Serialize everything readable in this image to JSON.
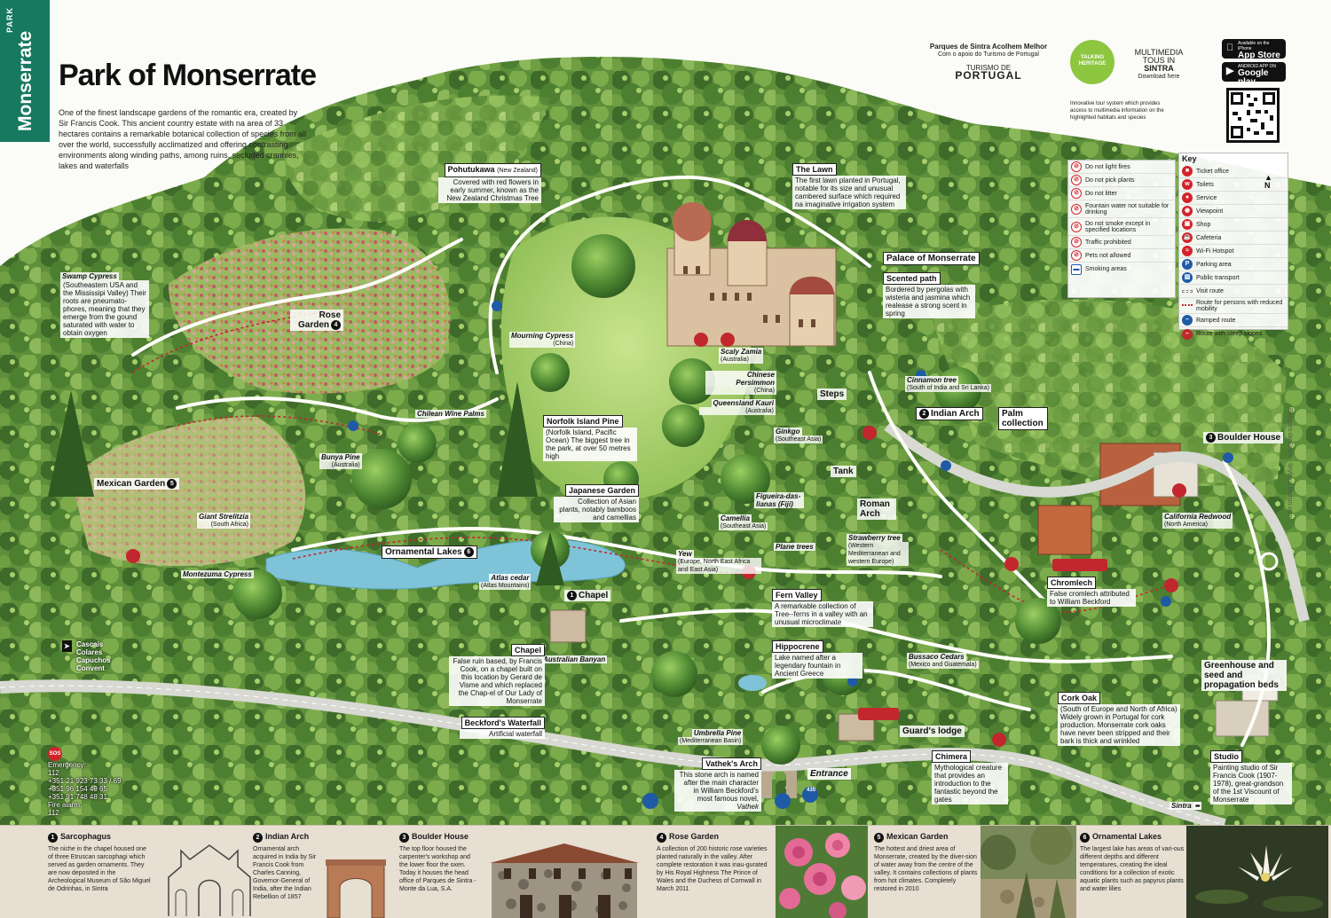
{
  "header": {
    "side_tab_small": "PARK",
    "side_tab_name": "Monserrate",
    "title": "Park of Monserrate",
    "intro": "One of the finest landscape gardens of the romantic era, created by Sir Francis Cook. This ancient country estate with na area of 33 hectares contains a remarkable botanical collection of species from all over the world, successfully acclimatized and offering contrasting environments along winding paths, among ruins, secluded crannies, lakes and waterfalls"
  },
  "logos": {
    "parques_line1": "Parques de Sintra Acolhem Melhor",
    "parques_line2": "Com o apoio do Turismo de Portugal",
    "turismo_de": "TURISMO DE",
    "portugal": "PORTUGAL",
    "talking_line1": "TALKING",
    "talking_line2": "HERITAGE",
    "multimedia": "MULTIMEDIA",
    "tous_in": "TOUS IN",
    "sintra": "SINTRA",
    "download": "Download here",
    "talking_note": "Innovative tour system which provides access to multimedia information on the highlighted habitats and species",
    "app_store_small": "Available on the iPhone",
    "app_store": "App Store",
    "google_small": "ANDROID APP ON",
    "google_play": "Google play"
  },
  "rules": [
    {
      "icon": "no-fires-icon",
      "label": "Do not light fires"
    },
    {
      "icon": "no-picking-icon",
      "label": "Do not pick plants"
    },
    {
      "icon": "no-litter-icon",
      "label": "Do not litter"
    },
    {
      "icon": "no-drinking-icon",
      "label": "Fountain water not suitable for drinking"
    },
    {
      "icon": "no-smoking-icon",
      "label": "Do not smoke except in specified locations"
    },
    {
      "icon": "no-traffic-icon",
      "label": "Traffic prohibited"
    },
    {
      "icon": "no-pets-icon",
      "label": "Pets not allowed"
    },
    {
      "icon": "smoking-area-icon",
      "label": "Smoking areas"
    }
  ],
  "key": {
    "title": "Key",
    "items": [
      {
        "icon": "ticket-icon",
        "color": "#d2232a",
        "label": "Ticket office"
      },
      {
        "icon": "toilets-icon",
        "color": "#d2232a",
        "label": "Toilets"
      },
      {
        "icon": "service-icon",
        "color": "#d2232a",
        "label": "Service"
      },
      {
        "icon": "viewpoint-icon",
        "color": "#d2232a",
        "label": "Viewpoint"
      },
      {
        "icon": "shop-icon",
        "color": "#d2232a",
        "label": "Shop"
      },
      {
        "icon": "cafeteria-icon",
        "color": "#d2232a",
        "label": "Cafeteria"
      },
      {
        "icon": "wifi-icon",
        "color": "#d2232a",
        "label": "Wi-Fi Hotspot"
      },
      {
        "icon": "parking-icon",
        "color": "#1f5aa6",
        "label": "Parking area"
      },
      {
        "icon": "bus-icon",
        "color": "#1f5aa6",
        "label": "Public transport"
      },
      {
        "icon": "visit-route-icon",
        "color": "#ffffff",
        "label": "Visit route"
      },
      {
        "icon": "reduced-mobility-route-icon",
        "color": "#c1272d",
        "label": "Route for persons with reduced mobility"
      },
      {
        "icon": "ramped-route-icon",
        "color": "#1f5aa6",
        "label": "Ramped route"
      },
      {
        "icon": "steep-route-icon",
        "color": "#c1272d",
        "label": "Route with steep slopes"
      }
    ]
  },
  "labels": {
    "pohutukawa_head": "Pohutukawa",
    "pohutukawa_origin": "(New Zealand)",
    "pohutukawa_desc": "Covered with red flowers in early summer, known as the New Zealand Christmas Tree",
    "lawn_head": "The Lawn",
    "lawn_desc": "The first lawn planted in Portugal, notable for its size and unusual cambered surface which required na imaginative irrigation system",
    "palace_head": "Palace of Monserrate",
    "scented_head": "Scented path",
    "scented_desc": "Bordered by pergolas with wisteria and jasmina which realease a strong scent in spring",
    "swamp_head": "Swamp Cypress",
    "swamp_desc": "(Southeastern USA and the Mississipi Valley) Their roots are pneumato-phores, meaning that they emerge from the gound saturated with water to obtain oxygen",
    "rose_head": "Rose Garden",
    "rose_num": "4",
    "mourning_name": "Mourning Cypress",
    "mourning_origin": "(China)",
    "scaly_name": "Scaly Zamia",
    "scaly_origin": "(Australia)",
    "persimmon_name": "Chinese Persimmon",
    "persimmon_origin": "(China)",
    "cinnamon_name": "Cinnamon tree",
    "cinnamon_origin": "(South of India and Sri Lanka)",
    "steps": "Steps",
    "indian_arch": "Indian Arch",
    "indian_num": "2",
    "palm_collection": "Palm collection",
    "kauri_name": "Queensland Kauri",
    "kauri_origin": "(Australia)",
    "chilean_name": "Chilean Wine Palms",
    "norfolk_head": "Norfolk Island Pine",
    "norfolk_desc": "(Norfolk Island, Pacific Ocean) The biggest tree in the park, at over 50 metres high",
    "ginkgo_name": "Ginkgo",
    "ginkgo_origin": "(Southeast Asia)",
    "boulder_house": "Boulder House",
    "boulder_num": "3",
    "bunya_name": "Bunya Pine",
    "bunya_origin": "(Australia)",
    "tank": "Tank",
    "mexican_garden": "Mexican Garden",
    "mexican_num": "5",
    "japanese_head": "Japanese Garden",
    "japanese_desc": "Collection of Asian plants, notably bamboos and camellias",
    "camellia_name": "Camellia",
    "camellia_origin": "(Southeast Asia)",
    "figueira_name": "Figueira-das-lianas (Fiji)",
    "roman_arch": "Roman Arch",
    "redwood_name": "California Redwood",
    "redwood_origin": "(North America)",
    "strelitzia_name": "Giant Strelitzia",
    "strelitzia_origin": "(South Africa)",
    "lakes": "Ornamental Lakes",
    "lakes_num": "6",
    "strawberry_name": "Strawberry tree",
    "strawberry_origin": "(Western Mediterranean and western Europe)",
    "plane_name": "Plane trees",
    "yew_name": "Yew",
    "yew_origin": "(Europe, North East Africa and East Asia)",
    "montezuma_name": "Montezuma Cypress",
    "atlas_name": "Atlas cedar",
    "atlas_origin": "(Atlas Mountains)",
    "chapel": "Chapel",
    "chapel_num": "1",
    "chromlech_head": "Chromlech",
    "chromlech_desc": "False cromlech attributed to William Beckford",
    "fern_head": "Fern Valley",
    "fern_desc": "A remarkable collection of Tree--ferns in a valley with an unusual microclimate",
    "banyan_name": "Australian Banyan",
    "chapel_head": "Chapel",
    "chapel_desc": "False ruin based, by Francis Cook, on a chapel built on this location by Gerard de Visme and which replaced the Chap-el of Our Lady of Monserrate",
    "hippocrene_head": "Hippocrene",
    "hippocrene_desc": "Lake named after a legendary fountain in Ancient Greece",
    "bussaco_name": "Bussaco Cedars",
    "bussaco_origin": "(Mexico and Guatemala)",
    "greenhouse_head": "Greenhouse and seed and propagation beds",
    "cork_head": "Cork Oak",
    "cork_desc": "(South of Europe and North of Africa) Widely grown in Portugal for cork production. Monserrate cork oaks have never been stripped and their bark is thick and wrinkled",
    "waterfall_head": "Beckford's Waterfall",
    "waterfall_desc": "Artificial waterfall",
    "umbrella_name": "Umbrella Pine",
    "umbrella_origin": "(Mediterranean Basin)",
    "guards_lodge": "Guard's lodge",
    "chimera_head": "Chimera",
    "chimera_desc": "Mythological creature that provides an introduction to the fantastic beyond the gates",
    "vathek_head": "Vathek's Arch",
    "vathek_desc": "This stone arch is named after the main character in William Beckford's most famous novel,",
    "vathek_novel": "Vathek",
    "entrance": "Entrance",
    "studio_head": "Studio",
    "studio_desc": "Painting studio of Sir Francis Cook (1907-1978), great-grandson of the 1st Viscount of Monserrate",
    "sintra_arrow": "Sintra",
    "bus_number": "435",
    "exit_line1": "Cascais",
    "exit_line2": "Colares",
    "exit_line3": "Capuchos",
    "exit_line4": "Convent",
    "credit": "Parques de Sintra · tinyfrost design.com"
  },
  "emergency": {
    "sos": "SOS",
    "label": "Emergency:",
    "n112": "112",
    "p1": "+351 21 923 73 33 / 69",
    "p2": "+351 96 154 49 65",
    "p3": "+351 91 748 48 31",
    "fire_label": "Fire alarm:",
    "fire": "112"
  },
  "strip": [
    {
      "num": "1",
      "title": "Sarcophagus",
      "text": "The niche in the chapel housed one of three Etruscan sarcophagi which served as garden ornaments. They are now deposited in the Archeological Museum of São Miguel de Odrinhas, in Sintra"
    },
    {
      "num": "2",
      "title": "Indian Arch",
      "text": "Ornamental arch acquired in India by Sir Francis Cook from Charles Canning, Governor-General of India, after the Indian Rebellion of 1857"
    },
    {
      "num": "3",
      "title": "Boulder House",
      "text": "The top floor housed the carpenter's workshop and the lower floor the oxen. Today it houses the head office of Parques de Sintra - Monte da Lua, S.A."
    },
    {
      "num": "4",
      "title": "Rose Garden",
      "text": "A collection of 200 historic rose varieties planted naturally in the valley. After complete restoration it was inau-gurated by His Royal Highness The Prince of Wales and the Duchess of Cornwall in March 2011"
    },
    {
      "num": "5",
      "title": "Mexican Garden",
      "text": "The hottest and driest area of Monserrate, created by the diver-sion of water away from the centre of the valley. It contains collections of plants from hot climates. Completely restored in 2010"
    },
    {
      "num": "6",
      "title": "Ornamental Lakes",
      "text": "The largest lake has areas of vari-ous different depths and different temperatures, creating the ideal conditions for a collection of exotic aquatic plants such as papyrus plants and water lilies"
    }
  ],
  "colors": {
    "brand_green": "#17795f",
    "tree_dark": "#3f6b2a",
    "tree_light": "#8cb85a",
    "lawn": "#a9cf6d",
    "water": "#7fc3d8",
    "route_red": "#c1272d",
    "ramp_blue": "#1f5aa6"
  }
}
